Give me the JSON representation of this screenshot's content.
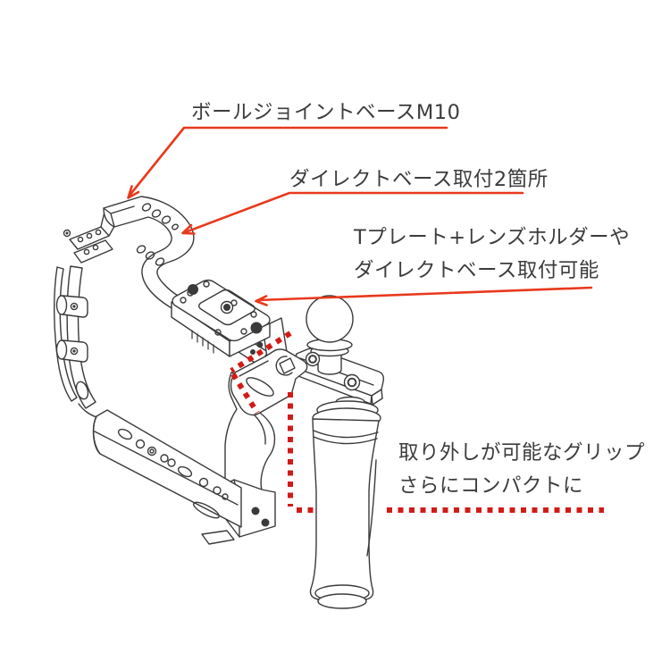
{
  "diagram": {
    "callouts": {
      "ball_joint": {
        "text": "ボールジョイントベースM10"
      },
      "direct_base": {
        "text": "ダイレクトベース取付2箇所"
      },
      "t_plate": {
        "line1": "Tプレート+レンズホルダーや",
        "line2": "ダイレクトベース取付可能"
      },
      "grip": {
        "line1": "取り外しが可能なグリップ",
        "line2": "さらにコンパクトに"
      }
    },
    "colors": {
      "leader_red": "#e8391c",
      "dotted_red": "#d21b17",
      "line_art": "#3a3a3a",
      "text": "#3c3c3c",
      "background": "#ffffff"
    }
  }
}
